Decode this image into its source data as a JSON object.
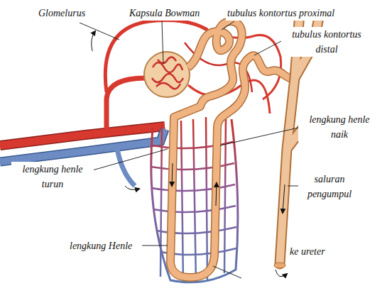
{
  "diagram": {
    "labels": [
      "Glomelurus",
      "Kapsula Bowman",
      "tubulus kontortus proximal",
      "tubulus kontortus distal",
      "lengkung henle naik",
      "lengkung henle turun",
      "saluran pengumpul",
      "lengkung Henle",
      "ke ureter"
    ]
  }
}
